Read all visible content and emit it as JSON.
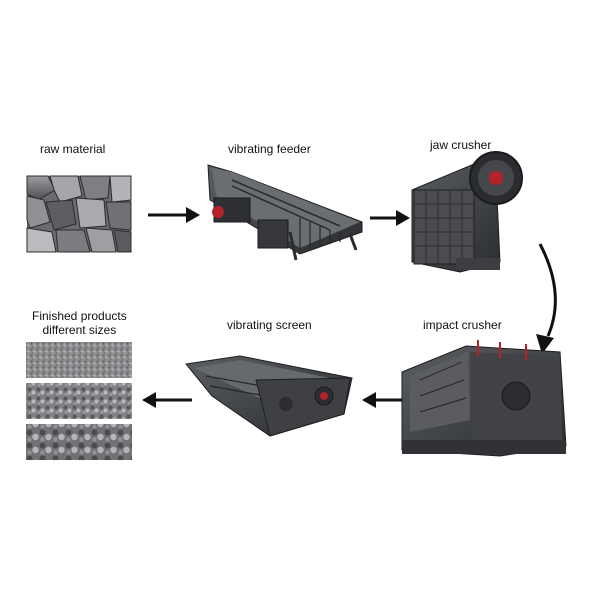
{
  "steps": {
    "raw_material": "raw  material",
    "vibrating_feeder": "vibrating feeder",
    "jaw_crusher": "jaw crusher",
    "impact_crusher": "impact crusher",
    "vibrating_screen": "vibrating screen",
    "finished_products": "Finished products\ndifferent sizes"
  },
  "icons": {
    "raw_material": "rock-pile-icon",
    "vibrating_feeder": "vibrating-feeder-machine-icon",
    "jaw_crusher": "jaw-crusher-machine-icon",
    "impact_crusher": "impact-crusher-machine-icon",
    "vibrating_screen": "vibrating-screen-machine-icon",
    "finished_products": "gravel-samples-icon"
  },
  "colors": {
    "arrow": "#111111",
    "machine": "#3a3c3f",
    "accent": "#b5232a"
  }
}
